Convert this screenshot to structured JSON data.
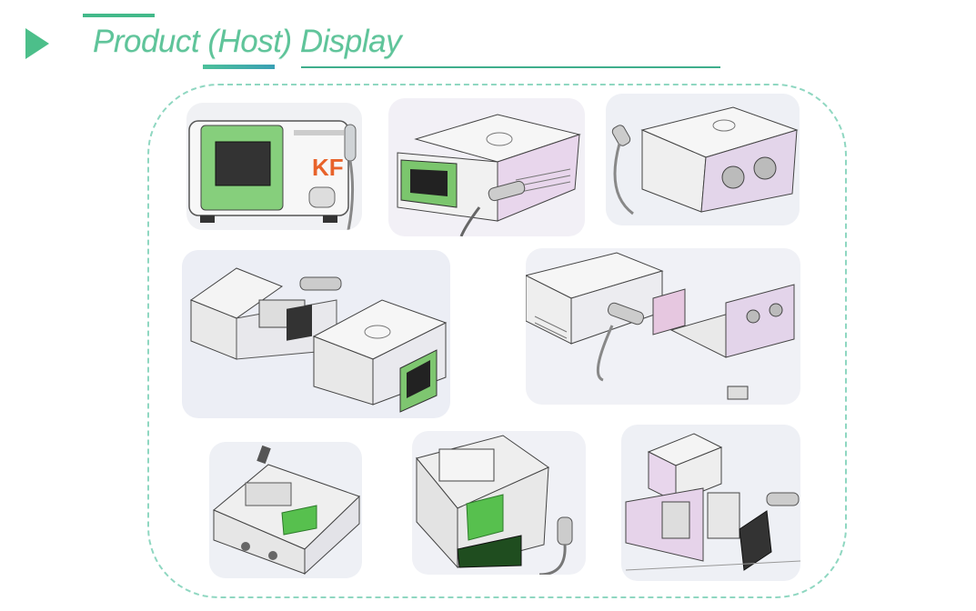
{
  "header": {
    "title": "Product (Host) Display",
    "accent_color": "#4cbf8a"
  },
  "gallery": {
    "images": [
      {
        "name": "device-front-view"
      },
      {
        "name": "device-three-quarter-view"
      },
      {
        "name": "device-rear-view"
      },
      {
        "name": "device-exploded-view-left"
      },
      {
        "name": "device-exploded-view-right"
      },
      {
        "name": "device-internal-top-view-1"
      },
      {
        "name": "device-internal-top-view-2"
      },
      {
        "name": "device-internal-frame-view"
      }
    ]
  }
}
